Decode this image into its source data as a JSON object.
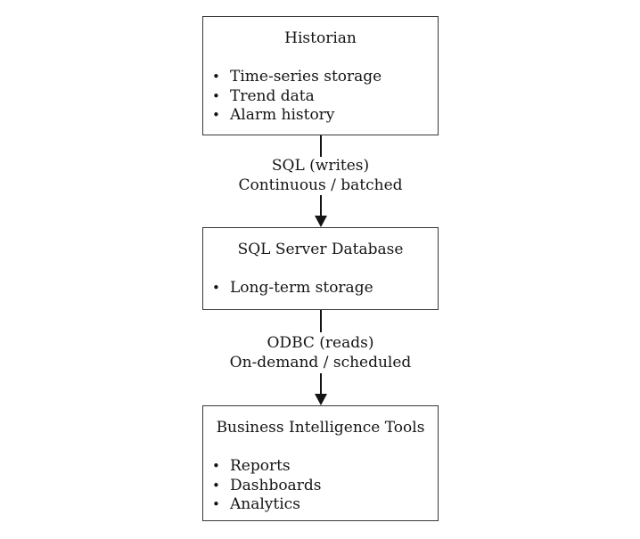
{
  "diagram": {
    "bullet": "•",
    "ink_color": "#141414",
    "border_color": "#383838",
    "background_color": "#ffffff",
    "nodes": [
      {
        "title": "Historian",
        "items": [
          "Time-series storage",
          "Trend data",
          "Alarm history"
        ]
      },
      {
        "title": "SQL Server Database",
        "items": [
          "Long-term storage"
        ]
      },
      {
        "title": "Business Intelligence Tools",
        "items": [
          "Reports",
          "Dashboards",
          "Analytics"
        ]
      }
    ],
    "connectors": [
      {
        "lines": [
          "SQL (writes)",
          "Continuous / batched"
        ]
      },
      {
        "lines": [
          "ODBC (reads)",
          "On-demand / scheduled"
        ]
      }
    ]
  }
}
